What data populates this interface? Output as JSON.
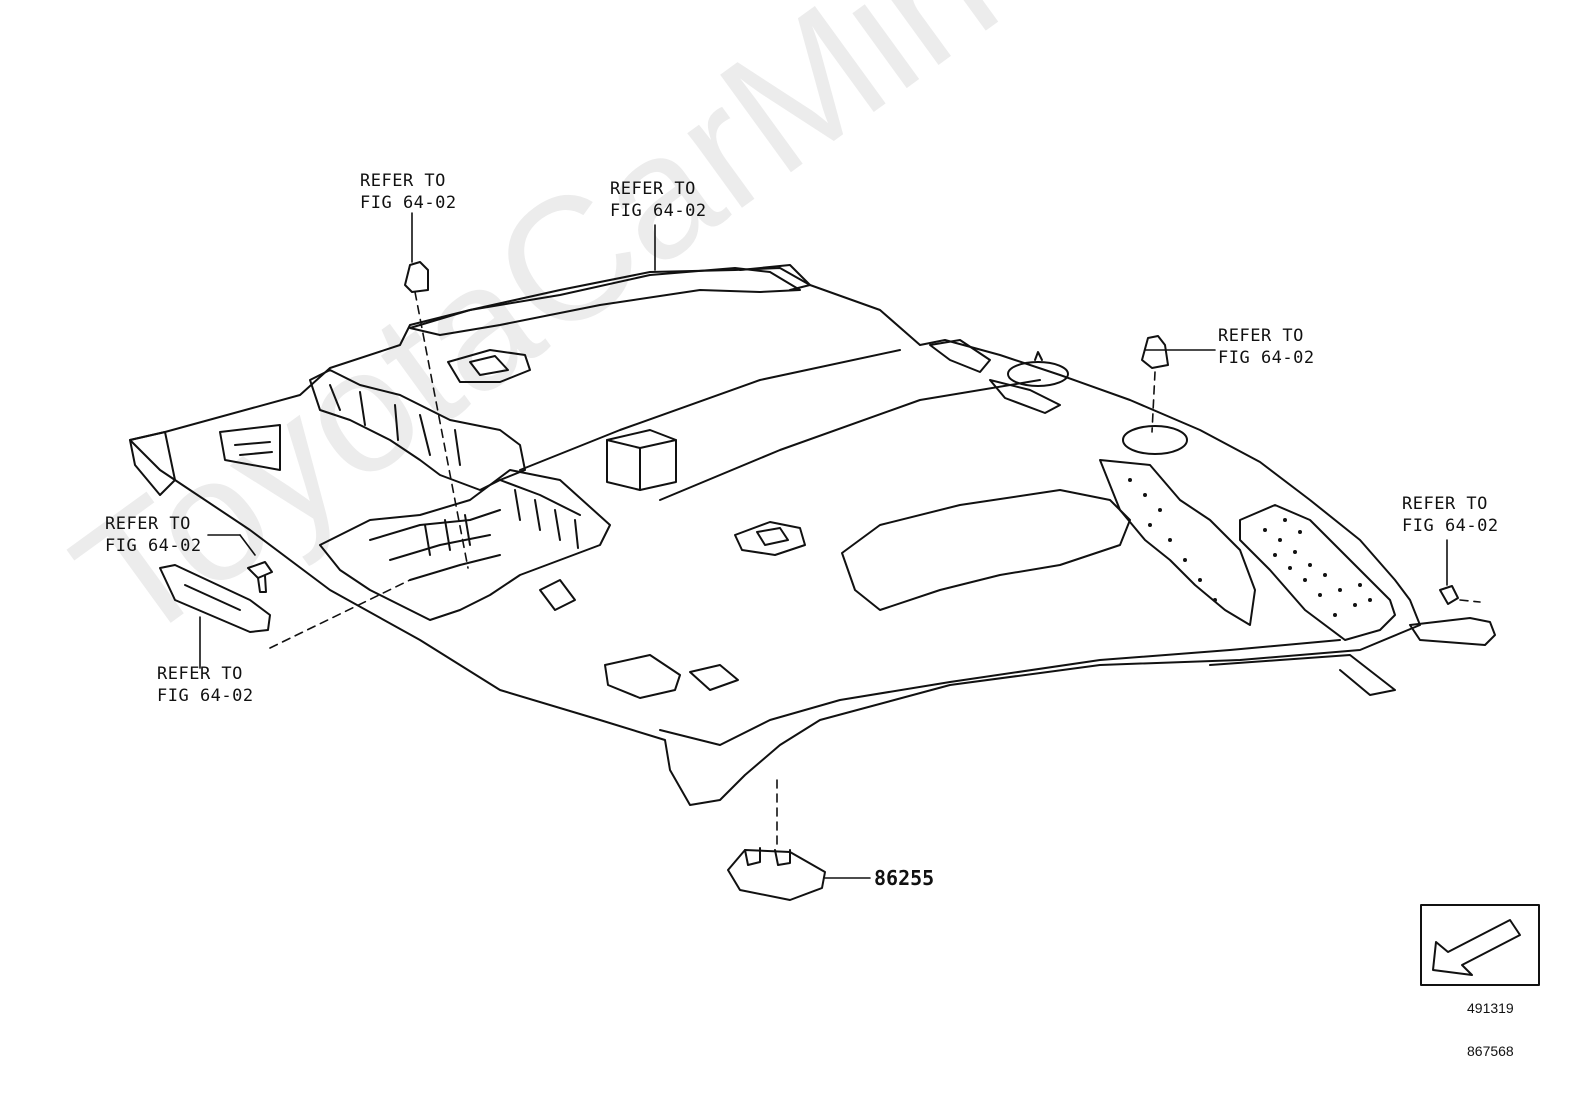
{
  "watermark": "ToyotaCarMine.ru",
  "callouts": {
    "refer_top_left": {
      "line1": "REFER TO",
      "line2": "FIG 64-02"
    },
    "refer_top_center": {
      "line1": "REFER TO",
      "line2": "FIG 64-02"
    },
    "refer_right_upper": {
      "line1": "REFER TO",
      "line2": "FIG 64-02"
    },
    "refer_right_lower": {
      "line1": "REFER TO",
      "line2": "FIG 64-02"
    },
    "refer_left_upper": {
      "line1": "REFER TO",
      "line2": "FIG 64-02"
    },
    "refer_left_lower": {
      "line1": "REFER TO",
      "line2": "FIG 64-02"
    }
  },
  "part_number": "86255",
  "orientation_box": {
    "icon": "front-direction-arrow-icon",
    "id": "491319"
  },
  "illustration_id": "867568"
}
